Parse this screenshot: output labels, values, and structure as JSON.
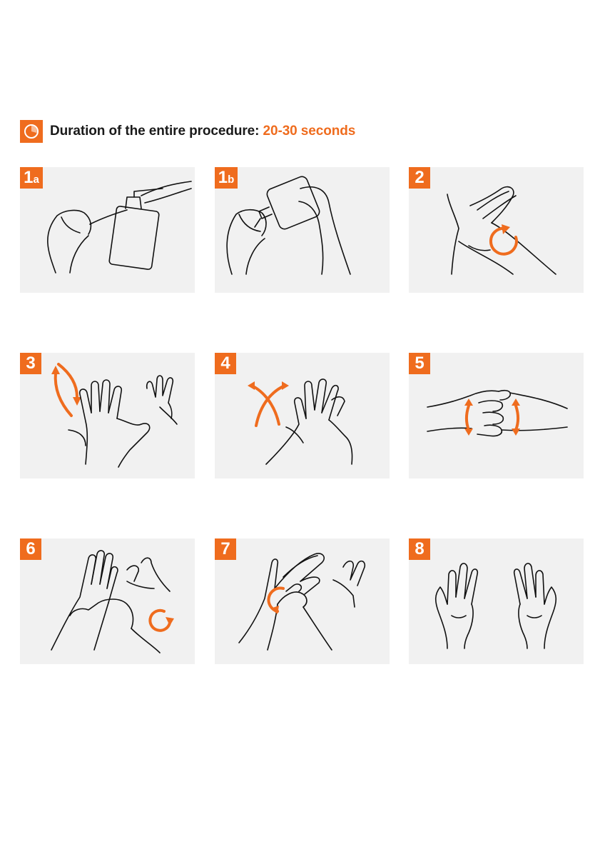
{
  "header": {
    "title": "Duration of the entire procedure:",
    "duration": "20-30 seconds",
    "icon": "clock-icon"
  },
  "accent_color": "#ef6c1e",
  "steps": [
    {
      "number": "1",
      "suffix": "a",
      "icon": "dispenser-pump-hands-icon"
    },
    {
      "number": "1",
      "suffix": "b",
      "icon": "bottle-pour-hands-icon"
    },
    {
      "number": "2",
      "suffix": "",
      "icon": "palm-to-palm-rub-icon"
    },
    {
      "number": "3",
      "suffix": "",
      "icon": "palm-over-back-interlaced-icon"
    },
    {
      "number": "4",
      "suffix": "",
      "icon": "palm-to-palm-interlaced-icon"
    },
    {
      "number": "5",
      "suffix": "",
      "icon": "backs-of-fingers-icon"
    },
    {
      "number": "6",
      "suffix": "",
      "icon": "thumb-rotational-rub-icon"
    },
    {
      "number": "7",
      "suffix": "",
      "icon": "fingertips-rotational-rub-icon"
    },
    {
      "number": "8",
      "suffix": "",
      "icon": "open-dry-hands-icon"
    }
  ]
}
